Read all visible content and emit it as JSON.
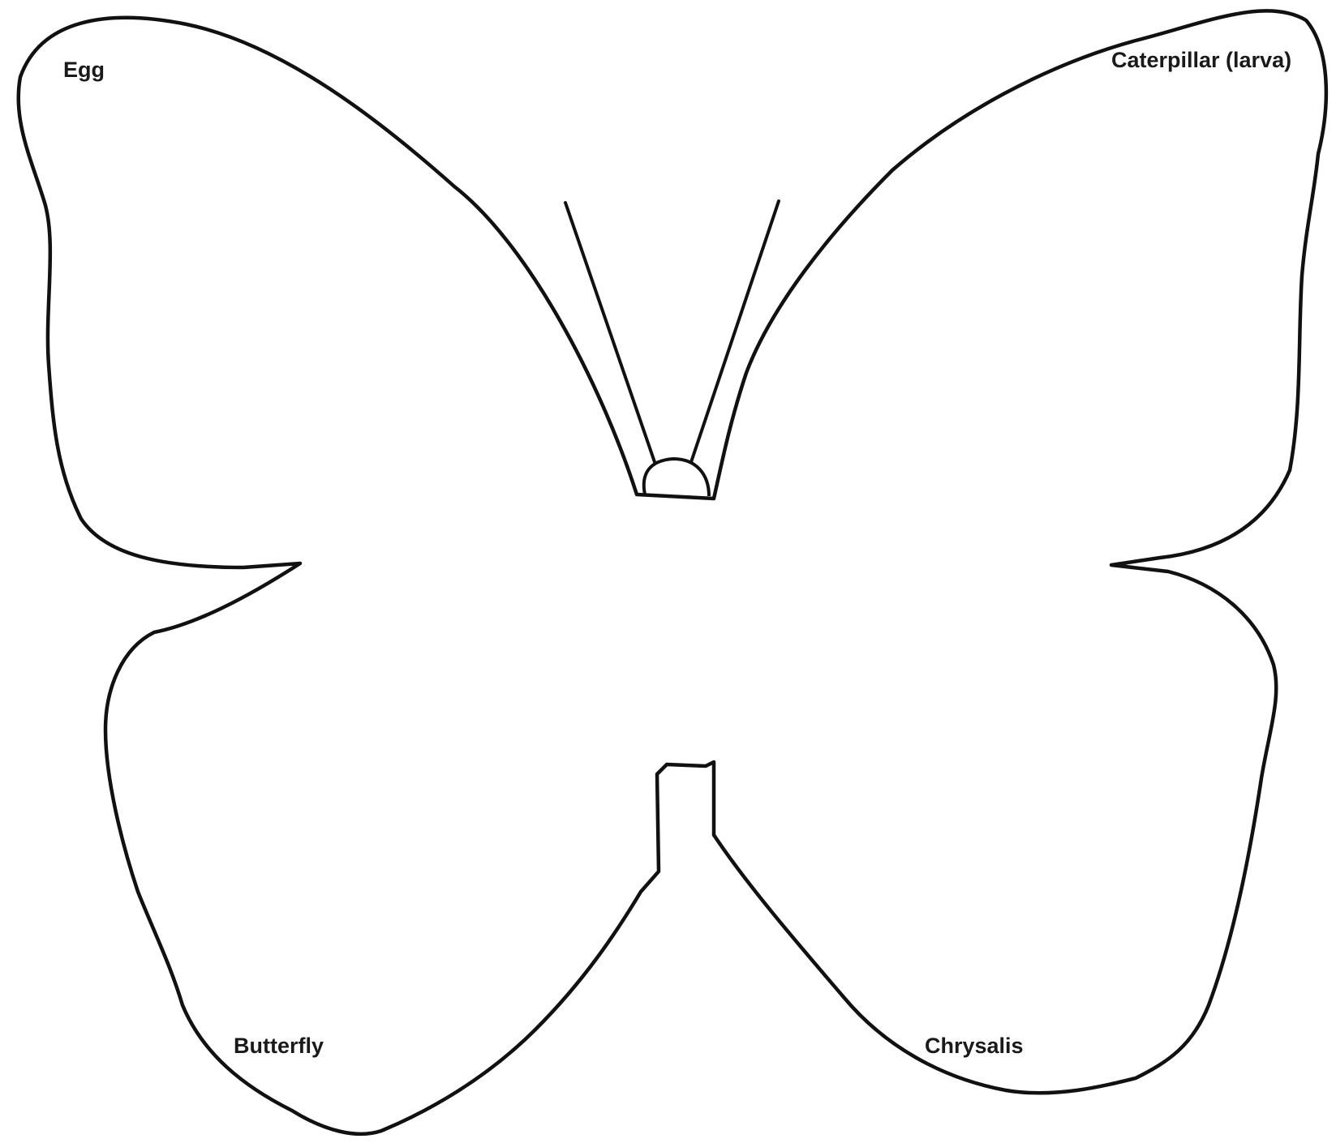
{
  "colors": {
    "outline": "#111111",
    "text": "#1a1a1a",
    "background": "#ffffff"
  },
  "labels": {
    "egg": "Egg",
    "caterpillar": "Caterpillar (larva)",
    "butterfly": "Butterfly",
    "chrysalis": "Chrysalis"
  }
}
